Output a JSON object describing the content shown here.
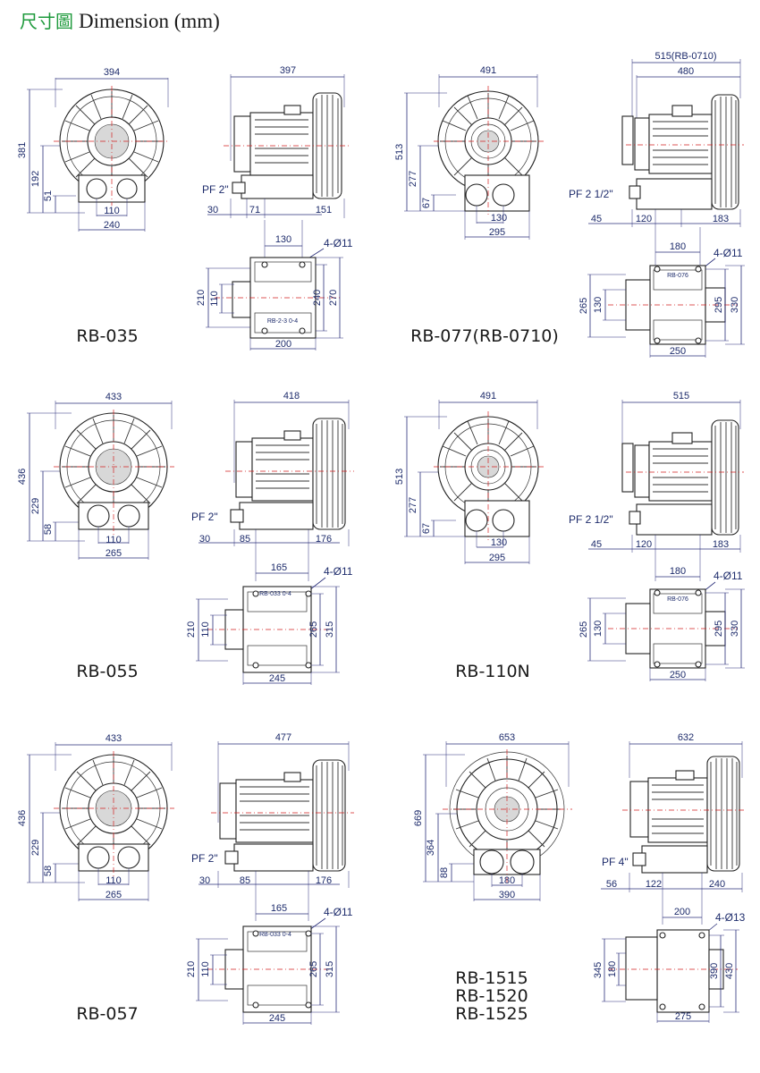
{
  "title": {
    "cjk": "尺寸圖",
    "text": "Dimension (mm)"
  },
  "models": [
    {
      "name": "RB-035",
      "front": {
        "width": "394",
        "height": "381",
        "center_height": "192",
        "base_height": "51",
        "inlet_spacing": "110",
        "base_width": "240"
      },
      "side": {
        "length": "397",
        "port": "PF 2\"",
        "left": "30",
        "foot_offset": "71",
        "right": "151"
      },
      "base": {
        "foot_spacing": "130",
        "holes": "4-Ø11",
        "inner_h": "210",
        "small_h": "110",
        "mid_h": "240",
        "outer_h": "270",
        "width": "200",
        "plate": "RB-2-3 0-4"
      }
    },
    {
      "name": "RB-077(RB-0710)",
      "front": {
        "width": "491",
        "height": "513",
        "center_height": "277",
        "base_height": "67",
        "inlet_spacing": "130",
        "base_width": "295"
      },
      "side": {
        "length_alt": "515(RB-0710)",
        "length": "480",
        "port": "PF 2 1/2\"",
        "left": "45",
        "foot_offset": "120",
        "right": "183"
      },
      "base": {
        "foot_spacing": "180",
        "holes": "4-Ø11",
        "inner_h": "265",
        "small_h": "130",
        "mid_h": "295",
        "outer_h": "330",
        "width": "250",
        "plate": "RB-076"
      }
    },
    {
      "name": "RB-055",
      "front": {
        "width": "433",
        "height": "436",
        "center_height": "229",
        "base_height": "58",
        "inlet_spacing": "110",
        "base_width": "265"
      },
      "side": {
        "length": "418",
        "port": "PF 2\"",
        "left": "30",
        "foot_offset": "85",
        "right": "176"
      },
      "base": {
        "foot_spacing": "165",
        "holes": "4-Ø11",
        "inner_h": "210",
        "small_h": "110",
        "mid_h": "265",
        "outer_h": "315",
        "width": "245",
        "plate": "RB-033 0-4"
      }
    },
    {
      "name": "RB-110N",
      "front": {
        "width": "491",
        "height": "513",
        "center_height": "277",
        "base_height": "67",
        "inlet_spacing": "130",
        "base_width": "295"
      },
      "side": {
        "length": "515",
        "port": "PF 2 1/2\"",
        "left": "45",
        "foot_offset": "120",
        "right": "183"
      },
      "base": {
        "foot_spacing": "180",
        "holes": "4-Ø11",
        "inner_h": "265",
        "small_h": "130",
        "mid_h": "295",
        "outer_h": "330",
        "width": "250",
        "plate": "RB-076"
      }
    },
    {
      "name": "RB-057",
      "front": {
        "width": "433",
        "height": "436",
        "center_height": "229",
        "base_height": "58",
        "inlet_spacing": "110",
        "base_width": "265"
      },
      "side": {
        "length": "477",
        "port": "PF 2\"",
        "left": "30",
        "foot_offset": "85",
        "right": "176"
      },
      "base": {
        "foot_spacing": "165",
        "holes": "4-Ø11",
        "inner_h": "210",
        "small_h": "110",
        "mid_h": "265",
        "outer_h": "315",
        "width": "245",
        "plate": "RB-033 0-4"
      }
    },
    {
      "name_lines": [
        "RB-1515",
        "RB-1520",
        "RB-1525"
      ],
      "front": {
        "width": "653",
        "height": "669",
        "center_height": "364",
        "base_height": "88",
        "inlet_spacing": "180",
        "base_width": "390"
      },
      "side": {
        "length": "632",
        "port": "PF 4\"",
        "left": "56",
        "foot_offset": "122",
        "right": "240"
      },
      "base": {
        "foot_spacing": "200",
        "holes": "4-Ø13",
        "inner_h": "345",
        "small_h": "180",
        "mid_h": "390",
        "outer_h": "430",
        "width": "275"
      }
    }
  ]
}
